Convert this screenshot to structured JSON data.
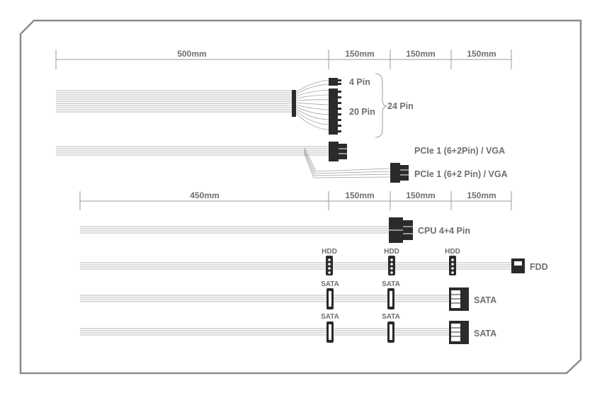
{
  "dimension_rows": [
    {
      "segments": [
        "500mm",
        "150mm",
        "150mm",
        "150mm"
      ]
    },
    {
      "segments": [
        "450mm",
        "150mm",
        "150mm",
        "150mm"
      ]
    }
  ],
  "connectors": {
    "atx": {
      "pin4": "4 Pin",
      "pin20": "20 Pin",
      "pin24": "24 Pin"
    },
    "pcie": {
      "first": "PCIe 1 (6+2Pin) / VGA",
      "second": "PCIe 1 (6+2 Pin) / VGA"
    },
    "cpu": "CPU 4+4 Pin",
    "molex": {
      "hdd": [
        "HDD",
        "HDD",
        "HDD"
      ],
      "fdd": "FDD"
    },
    "sata1": {
      "inline": [
        "SATA",
        "SATA"
      ],
      "end": "SATA"
    },
    "sata2": {
      "inline": [
        "SATA",
        "SATA"
      ],
      "end": "SATA"
    }
  },
  "colors": {
    "frame": "#8c8c8c",
    "connector": "#2b2b2b",
    "wire": "#9a9a9a",
    "text": "#6e6e6e"
  }
}
